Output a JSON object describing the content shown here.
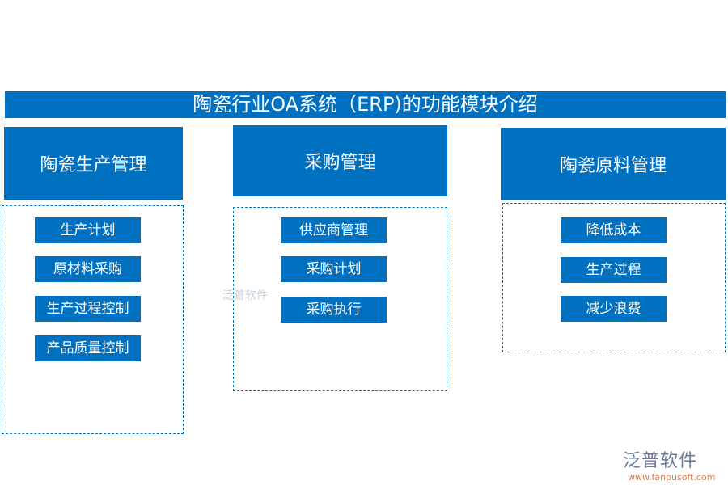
{
  "title": "陶瓷行业OA系统（ERP)的功能模块介绍",
  "modules": [
    {
      "name": "陶瓷生产管理",
      "items": [
        "生产计划",
        "原材料采购",
        "生产过程控制",
        "产品质量控制"
      ]
    },
    {
      "name": "采购管理",
      "items": [
        "供应商管理",
        "采购计划",
        "采购执行"
      ]
    },
    {
      "name": "陶瓷原料管理",
      "items": [
        "降低成本",
        "生产过程",
        "减少浪费"
      ]
    }
  ],
  "watermark": "泛普软件",
  "logo": {
    "name": "泛普软件",
    "url": "www.fanpusoft.com"
  },
  "colors": {
    "accent": "#0070c0"
  }
}
